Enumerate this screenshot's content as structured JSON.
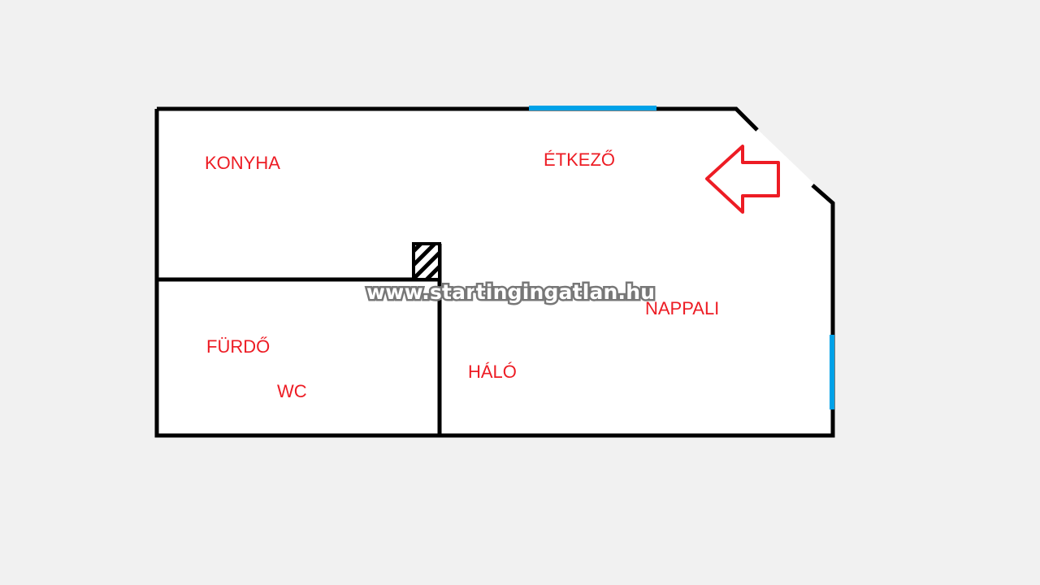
{
  "rooms": {
    "konyha": "KONYHA",
    "etkezo": "ÉTKEZŐ",
    "nappali": "NAPPALI",
    "furdo": "FÜRDŐ",
    "wc": "WC",
    "halo": "HÁLÓ"
  },
  "watermark": "www.startingingatlan.hu",
  "colors": {
    "wall": "#000000",
    "window": "#00a2e8",
    "label": "#ed1c24",
    "arrow": "#ed1c24",
    "background": "#f1f1f1"
  }
}
